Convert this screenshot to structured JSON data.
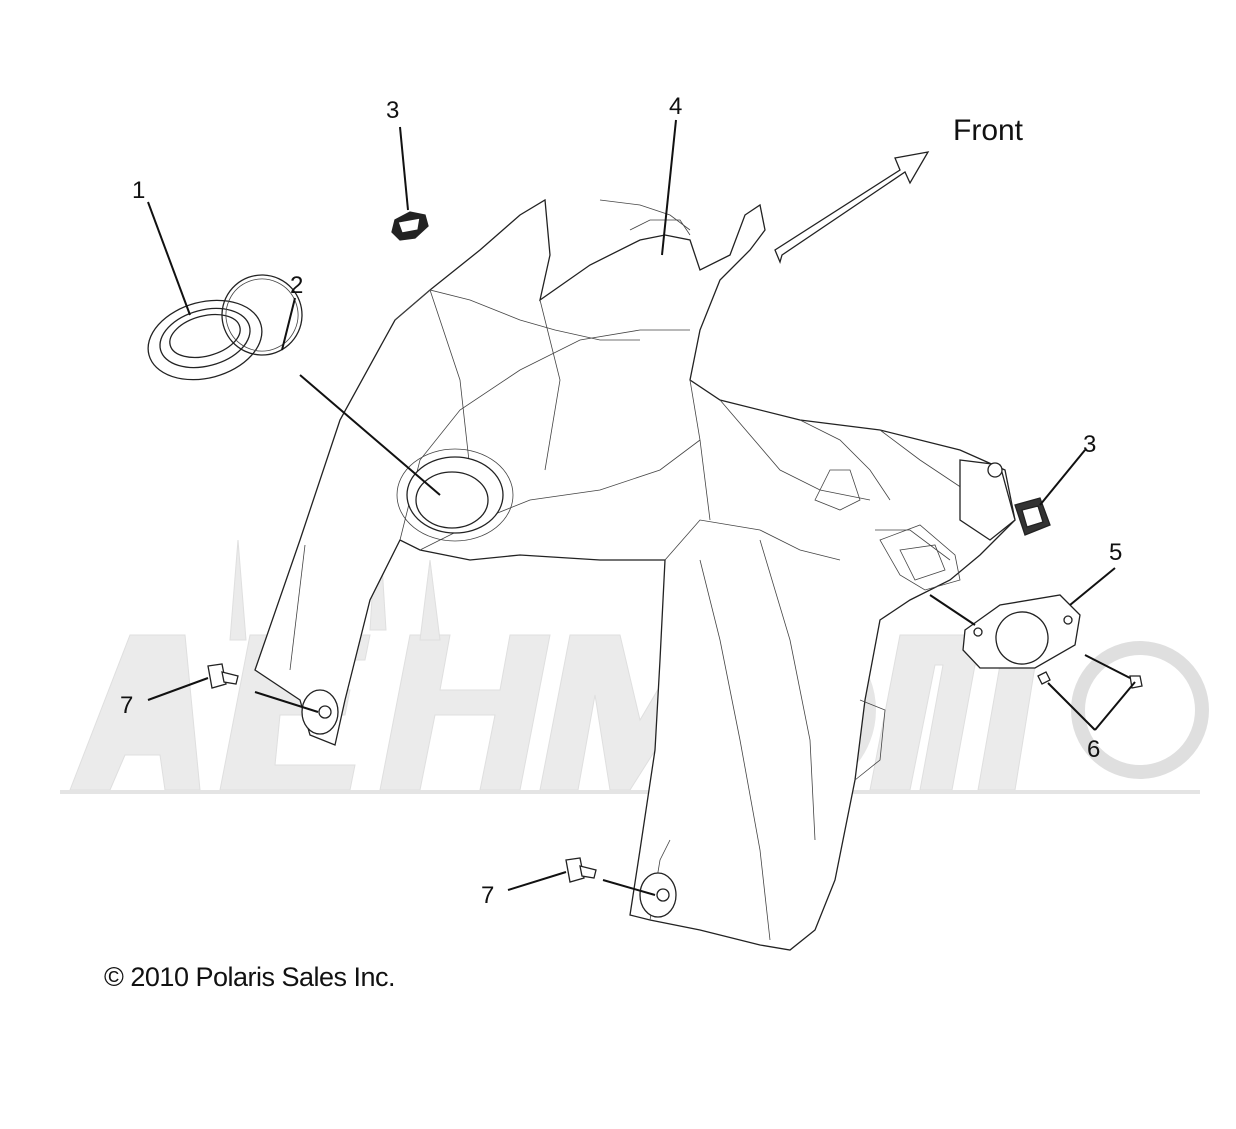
{
  "front_label": "Front",
  "callouts": [
    {
      "id": "callout-1",
      "text": "1"
    },
    {
      "id": "callout-2",
      "text": "2"
    },
    {
      "id": "callout-3a",
      "text": "3"
    },
    {
      "id": "callout-4",
      "text": "4"
    },
    {
      "id": "callout-3b",
      "text": "3"
    },
    {
      "id": "callout-5",
      "text": "5"
    },
    {
      "id": "callout-6",
      "text": "6"
    },
    {
      "id": "callout-7a",
      "text": "7"
    },
    {
      "id": "callout-7b",
      "text": "7"
    }
  ],
  "copyright": "© 2010 Polaris Sales Inc.",
  "watermark": "AчиМото"
}
